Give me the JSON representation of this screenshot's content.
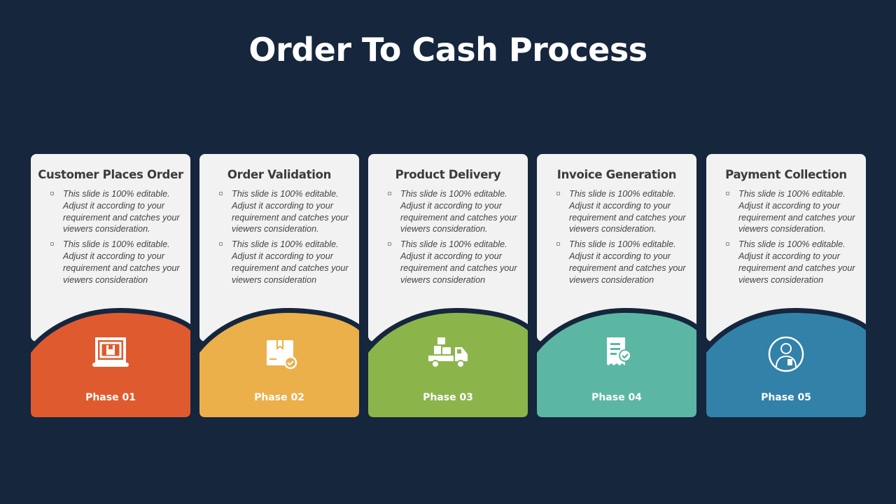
{
  "title": "Order To Cash Process",
  "colors": {
    "background": "#15263d",
    "card": "#f2f2f2"
  },
  "cards": [
    {
      "title": "Customer Places Order",
      "bullets": [
        "This slide is 100% editable. Adjust it according to your requirement and catches your viewers consideration.",
        "This slide is 100% editable. Adjust it according to your requirement and catches your viewers consideration"
      ],
      "phase": "Phase 01",
      "color": "#e05a2f",
      "icon": "laptop-order-icon"
    },
    {
      "title": "Order Validation",
      "bullets": [
        "This slide is 100% editable. Adjust it according to your requirement and catches your viewers consideration.",
        "This slide is 100% editable. Adjust it according to your requirement and catches your viewers consideration"
      ],
      "phase": "Phase 02",
      "color": "#ebb04a",
      "icon": "package-check-icon"
    },
    {
      "title": "Product Delivery",
      "bullets": [
        "This slide is 100% editable. Adjust it according to your requirement and catches your viewers consideration.",
        "This slide is 100% editable. Adjust it according to your requirement and catches your viewers consideration"
      ],
      "phase": "Phase 03",
      "color": "#8bb54b",
      "icon": "delivery-truck-icon"
    },
    {
      "title": "Invoice Generation",
      "bullets": [
        "This slide is 100% editable. Adjust it according to your requirement and catches your viewers consideration.",
        "This slide is 100% editable. Adjust it according to your requirement and catches your viewers consideration"
      ],
      "phase": "Phase 04",
      "color": "#5bb7a3",
      "icon": "invoice-check-icon"
    },
    {
      "title": "Payment Collection",
      "bullets": [
        "This slide is 100% editable. Adjust it according to your requirement and catches your viewers consideration.",
        "This slide is 100% editable. Adjust it according to your requirement and catches your viewers consideration"
      ],
      "phase": "Phase 05",
      "color": "#3281a9",
      "icon": "cashier-person-icon"
    }
  ]
}
